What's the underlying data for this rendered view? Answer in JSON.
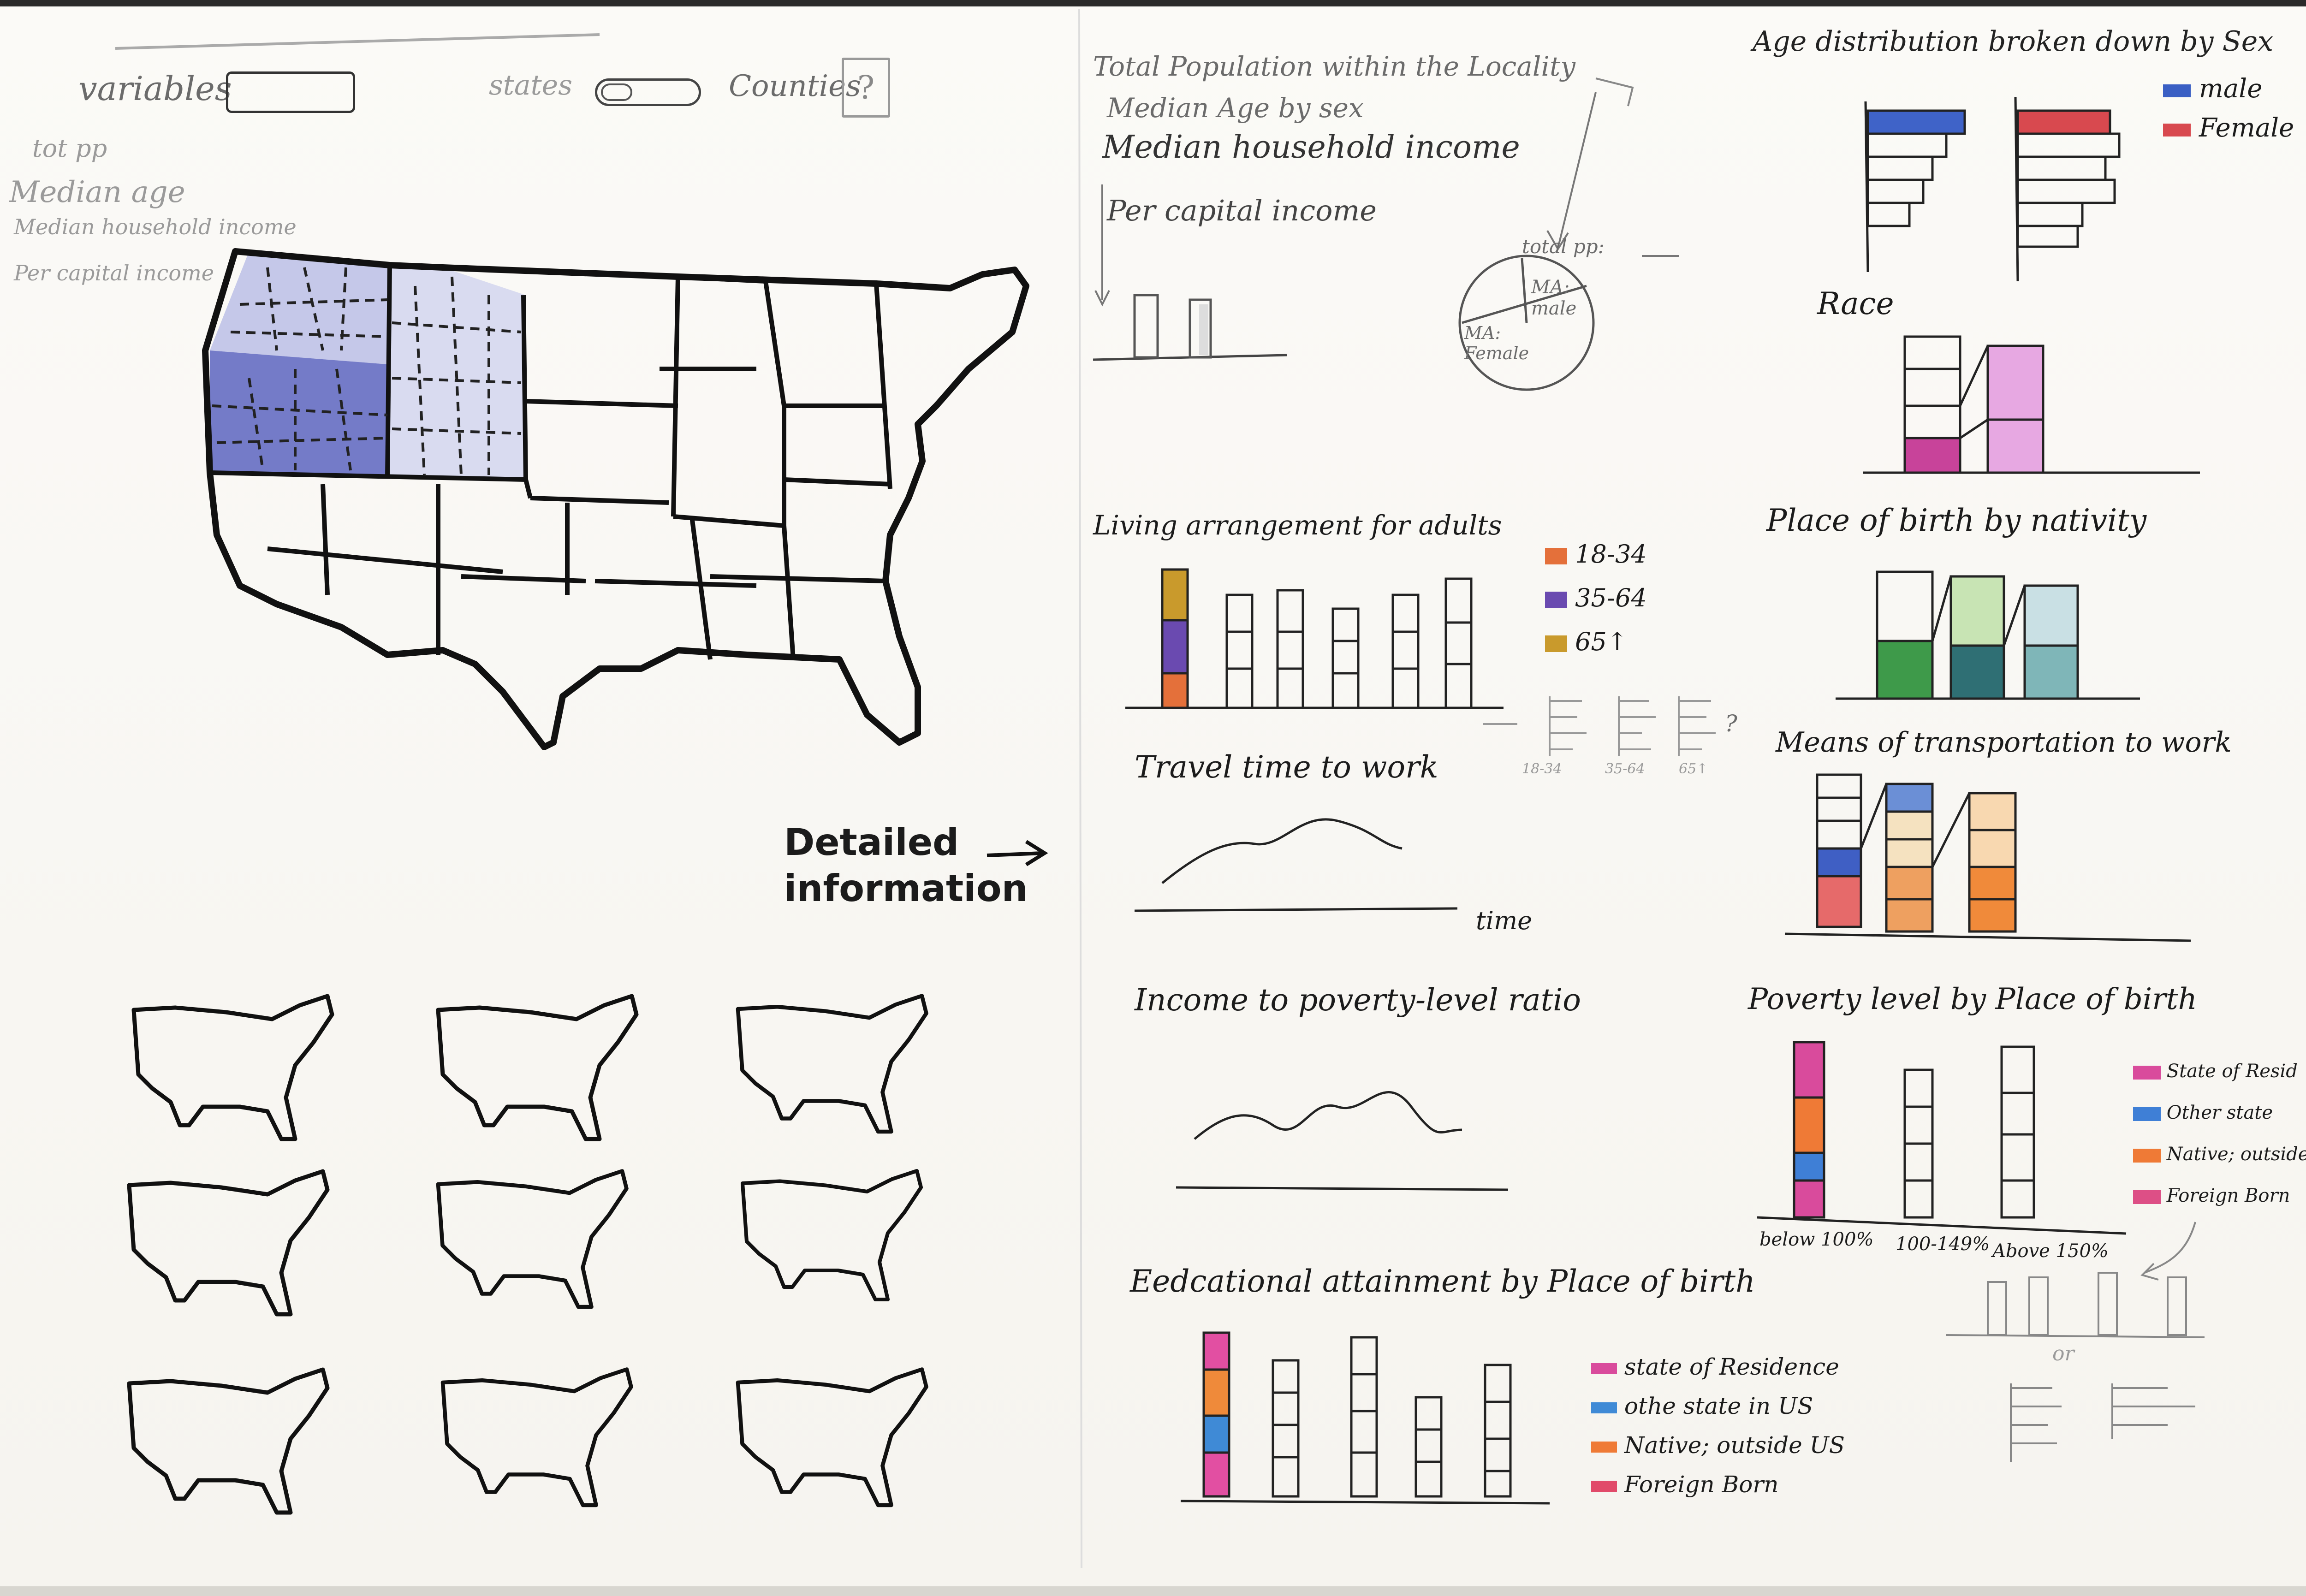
{
  "controls": {
    "variables_label": "variables",
    "states_label": "states",
    "counties_label": "Counties",
    "help_label": "?"
  },
  "variable_list": {
    "item1": "tot pp",
    "item2": "Median age",
    "item3": "Median household income",
    "item4": "Per capital income"
  },
  "detailed_information": {
    "line1": "Detailed",
    "line2": "information"
  },
  "top_summary": {
    "line1": "Total Population within the Locality",
    "line2": "Median Age by sex",
    "line3": "Median household income",
    "line4": "Per capital income",
    "pie_total": "total pp:",
    "pie_male": "MA: male",
    "pie_female": "MA: Female"
  },
  "panels": {
    "age_sex": {
      "title": "Age distribution broken down by Sex",
      "legend": [
        {
          "label": "male",
          "color": "#3a5fc4"
        },
        {
          "label": "Female",
          "color": "#d8494f"
        }
      ]
    },
    "race": {
      "title": "Race"
    },
    "living": {
      "title": "Living arrangement for adults",
      "legend": [
        {
          "label": "18-34",
          "color": "#e4703a"
        },
        {
          "label": "35-64",
          "color": "#6a4ab0"
        },
        {
          "label": "65↑",
          "color": "#c99a2c"
        }
      ],
      "mini_labels": [
        "18-34",
        "35-64",
        "65↑"
      ],
      "mini_q": "?"
    },
    "place_birth": {
      "title": "Place of birth by nativity"
    },
    "travel": {
      "title": "Travel time to work",
      "xlabel": "time"
    },
    "transport": {
      "title": "Means of transportation to work"
    },
    "income_poverty": {
      "title": "Income to poverty-level ratio"
    },
    "poverty_birth": {
      "title": "Poverty level by Place of birth",
      "categories": [
        "below 100%",
        "100-149%",
        "Above 150%"
      ],
      "legend": [
        {
          "label": "State of Resid",
          "color": "#d94b9c"
        },
        {
          "label": "Other state",
          "color": "#3f7fd6"
        },
        {
          "label": "Native; outside",
          "color": "#ef7a36"
        },
        {
          "label": "Foreign Born",
          "color": "#dd4f86"
        }
      ],
      "or_label": "or"
    },
    "education": {
      "title": "Eedcational attainment by Place of birth",
      "legend": [
        {
          "label": "state of Residence",
          "color": "#d94b9c"
        },
        {
          "label": "othe state in US",
          "color": "#3f8ad6"
        },
        {
          "label": "Native; outside US",
          "color": "#ef7a36"
        },
        {
          "label": "Foreign Born",
          "color": "#e14a6a"
        }
      ]
    }
  },
  "colors": {
    "ink": "#1a1a1a",
    "map_highlight": "#6b74c9",
    "map_highlight_light": "#b9bde6"
  }
}
